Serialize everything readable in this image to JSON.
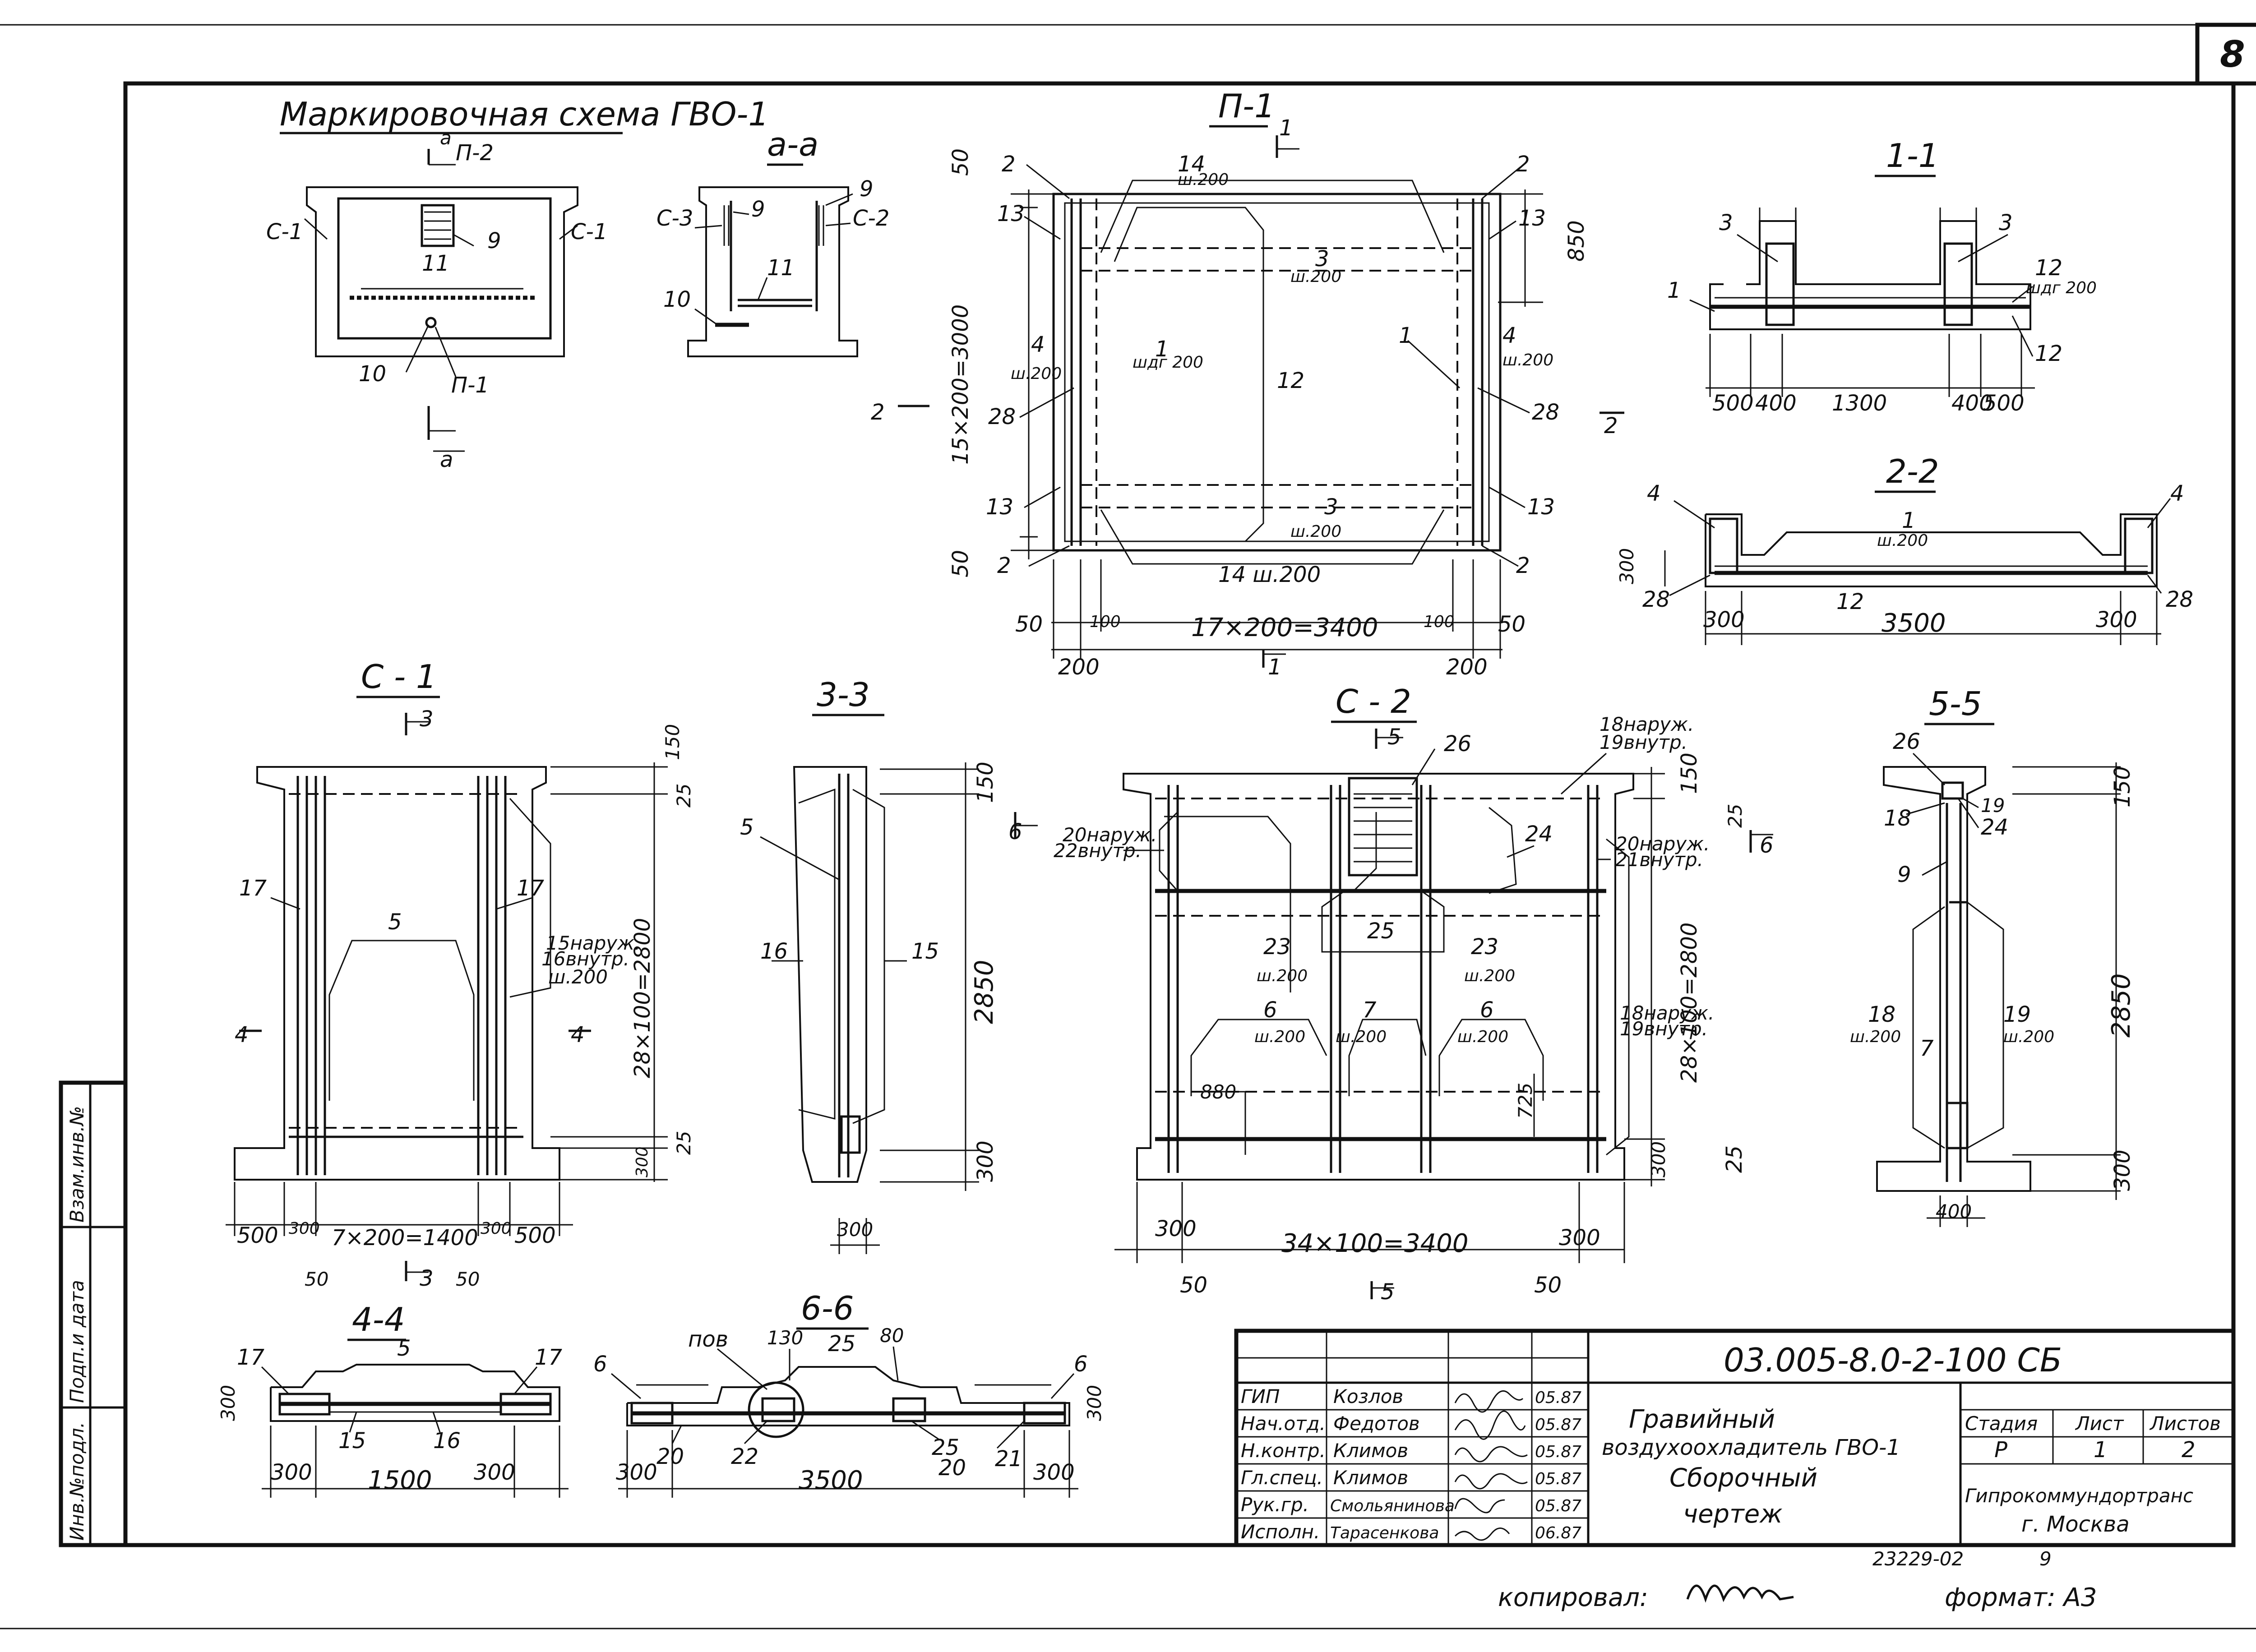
{
  "sheet": {
    "number": "8",
    "copied_by": "копировал:",
    "format": "формат: А3",
    "archive_no": "23229-02",
    "archive_sheet": "9"
  },
  "side_stamp": {
    "col1": "Инв.№подл.",
    "col2": "Подп.и дата",
    "col3": "Взам.инв.№"
  },
  "views": {
    "marking": {
      "title": "Маркировочная схема ГВО-1",
      "labels": [
        "а",
        "П-2",
        "С-1",
        "С-1",
        "9",
        "11",
        "10",
        "П-1",
        "а"
      ]
    },
    "aa": {
      "title": "а-а",
      "labels": [
        "С-3",
        "9",
        "9",
        "С-2",
        "11",
        "10"
      ]
    },
    "p1": {
      "title": "П-1",
      "labels": [
        "14",
        "ш.200",
        "3",
        "ш.200",
        "1",
        "шдг 200",
        "12",
        "3",
        "ш.200",
        "14 ш.200",
        "1",
        "4",
        "ш.200",
        "4",
        "ш.200",
        "28",
        "28",
        "2",
        "2",
        "2",
        "2",
        "13",
        "13",
        "13",
        "13",
        "1",
        "1",
        "2",
        "2"
      ],
      "dims": [
        "50",
        "15×200=3000",
        "50",
        "850",
        "50",
        "100",
        "17×200=3400",
        "100",
        "50",
        "200",
        "200"
      ]
    },
    "s11": {
      "title": "1-1",
      "labels": [
        "3",
        "3",
        "1",
        "12",
        "шдг 200",
        "12"
      ],
      "dims": [
        "500",
        "400",
        "1300",
        "400",
        "500"
      ]
    },
    "s22": {
      "title": "2-2",
      "labels": [
        "4",
        "4",
        "1",
        "ш.200",
        "28",
        "12",
        "28"
      ],
      "dims": [
        "300",
        "300",
        "3500",
        "300"
      ]
    },
    "c1": {
      "title": "С - 1",
      "labels": [
        "3",
        "17",
        "5",
        "17",
        "15наруж.",
        "16внутр.",
        "ш.200",
        "4",
        "4",
        "3"
      ],
      "dims": [
        "150",
        "25",
        "28×100=2800",
        "25",
        "300",
        "500",
        "300",
        "7×200=1400",
        "300",
        "500",
        "50",
        "50"
      ]
    },
    "s33": {
      "title": "3-3",
      "labels": [
        "5",
        "16",
        "15"
      ],
      "dims": [
        "150",
        "2850",
        "300",
        "300"
      ]
    },
    "c2": {
      "title": "С - 2",
      "labels": [
        "5",
        "26",
        "18наруж.",
        "19внутр.",
        "6",
        "20наруж.",
        "22внутр.",
        "24",
        "20наруж.",
        "21внутр.",
        "6",
        "25",
        "23",
        "ш.200",
        "23",
        "ш.200",
        "6",
        "ш.200",
        "7",
        "ш.200",
        "6",
        "ш.200",
        "18наруж.",
        "19внутр.",
        "5"
      ],
      "dims": [
        "150",
        "25",
        "28×100=2800",
        "880",
        "725",
        "300",
        "25",
        "300",
        "34×100=3400",
        "300",
        "50",
        "50"
      ]
    },
    "s55": {
      "title": "5-5",
      "labels": [
        "26",
        "18",
        "19",
        "24",
        "9",
        "18",
        "ш.200",
        "7",
        "19",
        "ш.200"
      ],
      "dims": [
        "150",
        "2850",
        "300",
        "400"
      ]
    },
    "s44": {
      "title": "4-4",
      "labels": [
        "5",
        "17",
        "17",
        "15",
        "16"
      ],
      "dims": [
        "300",
        "300",
        "1500",
        "300"
      ]
    },
    "s66": {
      "title": "6-6",
      "labels": [
        "пов",
        "130",
        "25",
        "80",
        "6",
        "6",
        "20",
        "22",
        "25",
        "20",
        "21"
      ],
      "dims": [
        "300",
        "300",
        "3500",
        "300"
      ]
    }
  },
  "title_block": {
    "code": "03.005-8.0-2-100 СБ",
    "name_line1": "Гравийный",
    "name_line2": "воздухоохладитель ГВО-1",
    "name_line3": "Сборочный",
    "name_line4": "чертеж",
    "org_line1": "Гипрокоммундортранс",
    "org_line2": "г. Москва",
    "stage_header": "Стадия",
    "sheet_header": "Лист",
    "sheets_header": "Листов",
    "stage": "Р",
    "sheet": "1",
    "sheets": "2",
    "roles": [
      {
        "role": "ГИП",
        "name": "Козлов",
        "date": "05.87"
      },
      {
        "role": "Нач.отд.",
        "name": "Федотов",
        "date": "05.87"
      },
      {
        "role": "Н.контр.",
        "name": "Климов",
        "date": "05.87"
      },
      {
        "role": "Гл.спец.",
        "name": "Климов",
        "date": "05.87"
      },
      {
        "role": "Рук.гр.",
        "name": "Смольянинова",
        "date": "05.87"
      },
      {
        "role": "Исполн.",
        "name": "Тарасенкова",
        "date": "06.87"
      }
    ]
  }
}
